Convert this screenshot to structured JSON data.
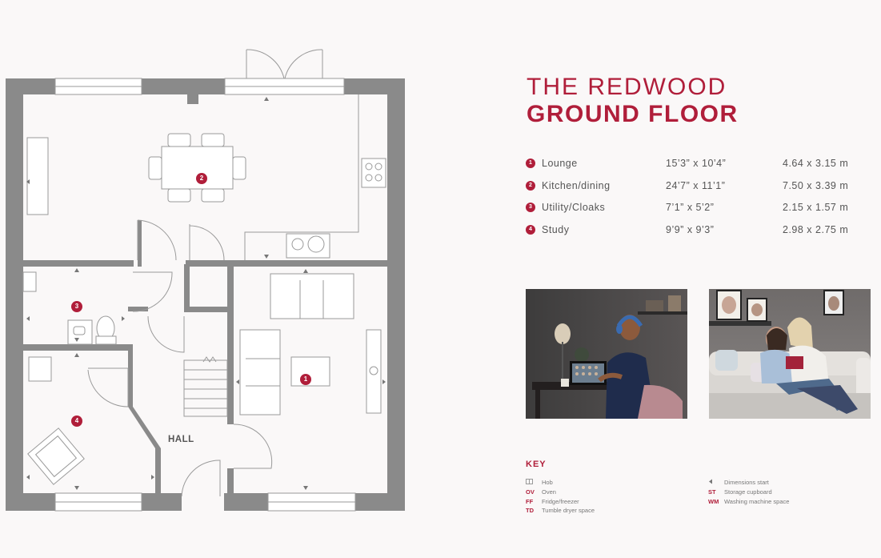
{
  "title": {
    "line1": "THE REDWOOD",
    "line2": "GROUND FLOOR"
  },
  "rooms": [
    {
      "num": "1",
      "name": "Lounge",
      "imperial": "15’3” x 10’4”",
      "metric": "4.64 x 3.15 m"
    },
    {
      "num": "2",
      "name": "Kitchen/dining",
      "imperial": "24’7” x 11’1”",
      "metric": "7.50 x 3.39 m"
    },
    {
      "num": "3",
      "name": "Utility/Cloaks",
      "imperial": "7’1” x 5’2”",
      "metric": "2.15 x 1.57 m"
    },
    {
      "num": "4",
      "name": "Study",
      "imperial": "9’9” x 9’3”",
      "metric": "2.98 x 2.75 m"
    }
  ],
  "plan": {
    "hall_label": "HALL",
    "room_markers": [
      "1",
      "2",
      "3",
      "4"
    ]
  },
  "photos": [
    {
      "icon": "study-photo"
    },
    {
      "icon": "lounge-photo"
    }
  ],
  "key": {
    "title": "KEY",
    "left": [
      {
        "code": "",
        "icon": "hob-icon",
        "desc": "Hob"
      },
      {
        "code": "OV",
        "desc": "Oven"
      },
      {
        "code": "FF",
        "desc": "Fridge/freezer"
      },
      {
        "code": "TD",
        "desc": "Tumble dryer space"
      }
    ],
    "right": [
      {
        "code": "",
        "icon": "dimensions-arrow-icon",
        "desc": "Dimensions start"
      },
      {
        "code": "ST",
        "desc": "Storage cupboard"
      },
      {
        "code": "WM",
        "desc": "Washing machine space"
      }
    ]
  },
  "colors": {
    "accent": "#b01e3a",
    "wall": "#8a8a8a",
    "text": "#555555"
  }
}
